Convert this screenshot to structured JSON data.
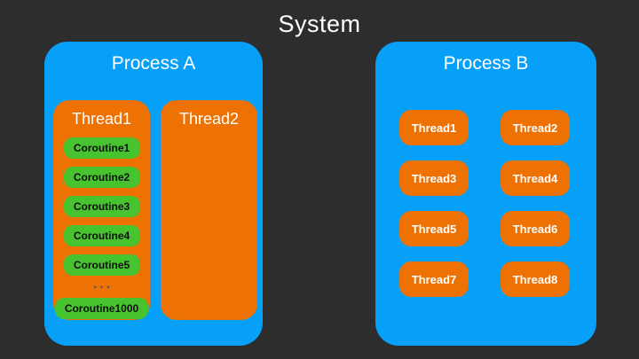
{
  "title": "System",
  "colors": {
    "background": "#2d2d2d",
    "process_fill": "#07a0f8",
    "thread_fill": "#ee7103",
    "coroutine_fill": "#46c32e",
    "ellipsis_dots": "#4e5866",
    "light_text": "#ffffff",
    "dark_text": "#101010"
  },
  "process_a": {
    "title": "Process A",
    "thread1": {
      "label": "Thread1",
      "coroutines": [
        "Coroutine1",
        "Coroutine2",
        "Coroutine3",
        "Coroutine4",
        "Coroutine5"
      ],
      "ellipsis": "...",
      "coroutine_last": "Coroutine1000"
    },
    "thread2": {
      "label": "Thread2"
    }
  },
  "process_b": {
    "title": "Process B",
    "threads": [
      "Thread1",
      "Thread2",
      "Thread3",
      "Thread4",
      "Thread5",
      "Thread6",
      "Thread7",
      "Thread8"
    ]
  }
}
